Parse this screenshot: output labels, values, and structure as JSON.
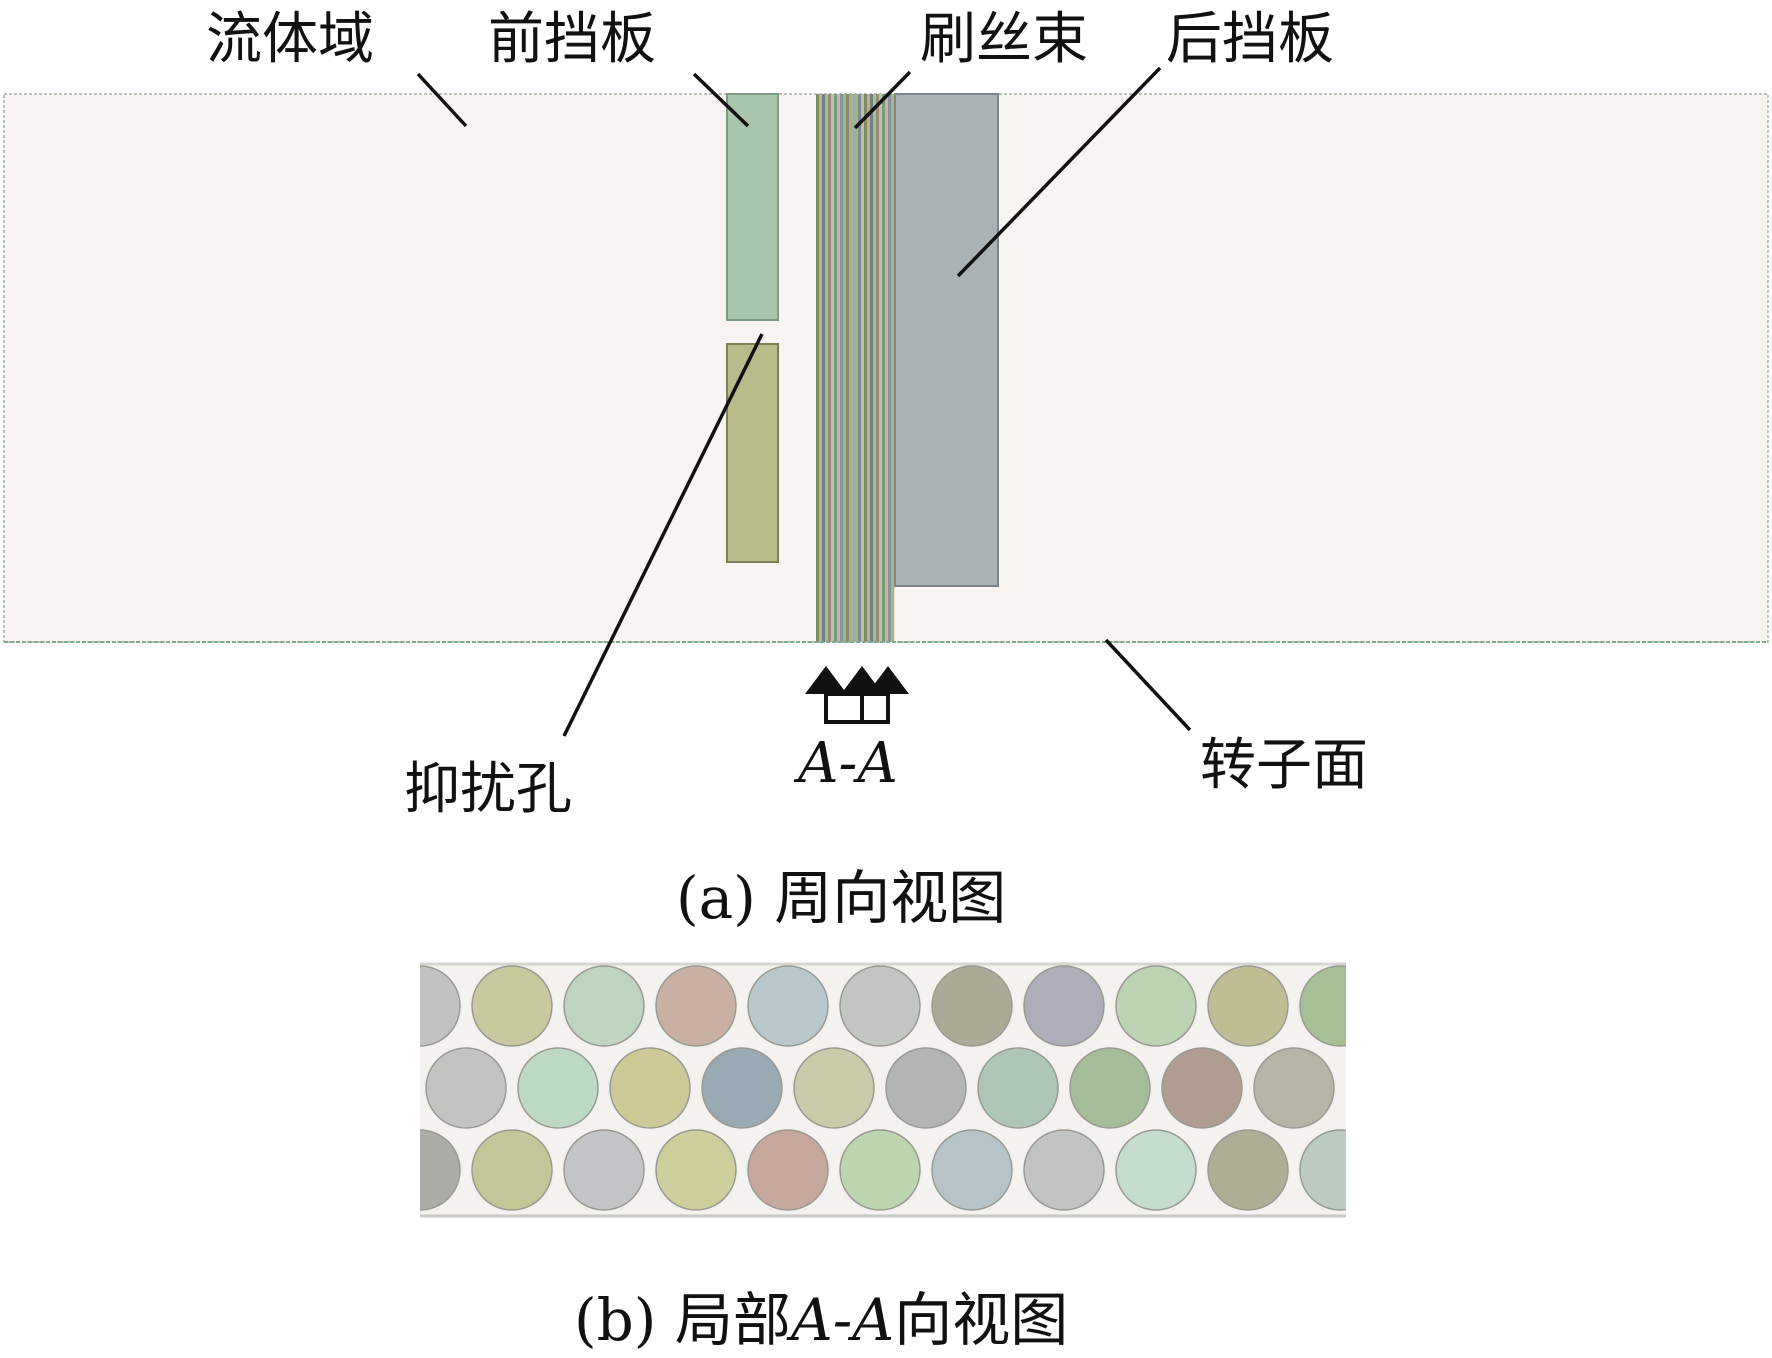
{
  "labels": {
    "fluid_domain": "流体域",
    "front_plate": "前挡板",
    "bristle_pack": "刷丝束",
    "back_plate": "后挡板",
    "damping_hole": "抑扰孔",
    "rotor_surface": "转子面",
    "section_mark": "A-A"
  },
  "captions": {
    "a_prefix": "(a) ",
    "a_text": "周向视图",
    "b_prefix": "(b) 局部",
    "b_section": "A-A",
    "b_suffix": "向视图"
  },
  "colors": {
    "fluid_fill": "#f7f4f1",
    "front_plate_upper": "#a9c6ad",
    "front_plate_lower": "#b9bb8a",
    "back_plate": "#a9b2b5",
    "bristle_stripes": [
      "#7a8a6a",
      "#c4b17a",
      "#6d7e8c",
      "#a7c08a",
      "#9a8a78",
      "#b7c7a0",
      "#7b9a86",
      "#c9b892",
      "#8891a4",
      "#a6b87d",
      "#7f8e72",
      "#c0a68f",
      "#96b39b",
      "#aab08c",
      "#7c8a9c",
      "#b9c49a"
    ],
    "bristle_circles": [
      [
        "#c2c2c0",
        "#c8c99e",
        "#c0d4c2",
        "#c9b0a3",
        "#b8c8cc",
        "#c4c6c2",
        "#a9ab96",
        "#aeaeba",
        "#bcd3b4",
        "#c0bd94",
        "#a6bf94"
      ],
      [
        "#c3c3c1",
        "#bedac5",
        "#cdca98",
        "#9aaab2",
        "#c8cca8",
        "#b3b5b2",
        "#adc6b6",
        "#a5bc98",
        "#b09c90",
        "#b4b5a6"
      ],
      [
        "#acada7",
        "#c3c797",
        "#c3c5c6",
        "#cfcf9e",
        "#c6a79c",
        "#bdd6b0",
        "#b6c4c9",
        "#c2c4c2",
        "#c4dccc",
        "#acae96",
        "#bcccc0"
      ]
    ]
  }
}
